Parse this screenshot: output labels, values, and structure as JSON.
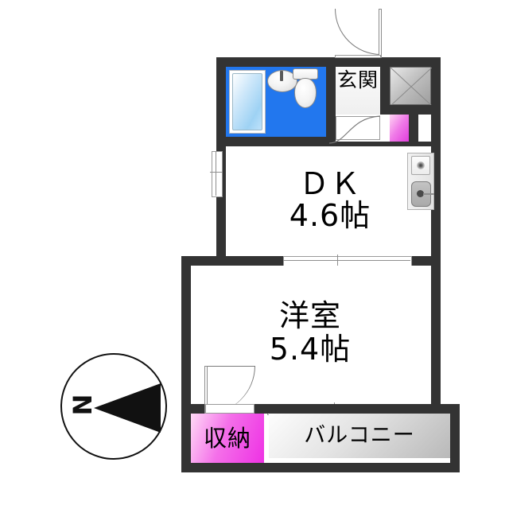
{
  "plan": {
    "type": "japanese-floor-plan",
    "layout_code": "1DK",
    "rooms": [
      {
        "id": "dk",
        "name": "ＤＫ",
        "size": "4.6帖",
        "kind": "dining-kitchen"
      },
      {
        "id": "washitsu",
        "name": "洋室",
        "size": "5.4帖",
        "kind": "western-room"
      },
      {
        "id": "genkan",
        "name": "玄関",
        "size": "",
        "kind": "entrance"
      },
      {
        "id": "storage",
        "name": "収納",
        "size": "",
        "kind": "closet"
      },
      {
        "id": "balcony",
        "name": "バルコニー",
        "size": "",
        "kind": "balcony"
      }
    ],
    "fixtures": [
      {
        "id": "bathtub",
        "icon": "bathtub-icon"
      },
      {
        "id": "washbasin",
        "icon": "sink-icon"
      },
      {
        "id": "toilet",
        "icon": "toilet-icon"
      },
      {
        "id": "shoe-cabinet",
        "icon": "shoe-cabinet-icon"
      },
      {
        "id": "stove",
        "icon": "stove-icon"
      },
      {
        "id": "kitchen-sink",
        "icon": "kitchen-sink-icon"
      }
    ],
    "compass": {
      "label": "N",
      "direction": "left",
      "marker": "north-arrow"
    },
    "colors": {
      "wall": "#333333",
      "bath_floor": "#2277ee",
      "closet": "#ee3fe0",
      "balcony": "#c9c9c9",
      "background": "#ffffff",
      "text": "#000000"
    }
  }
}
